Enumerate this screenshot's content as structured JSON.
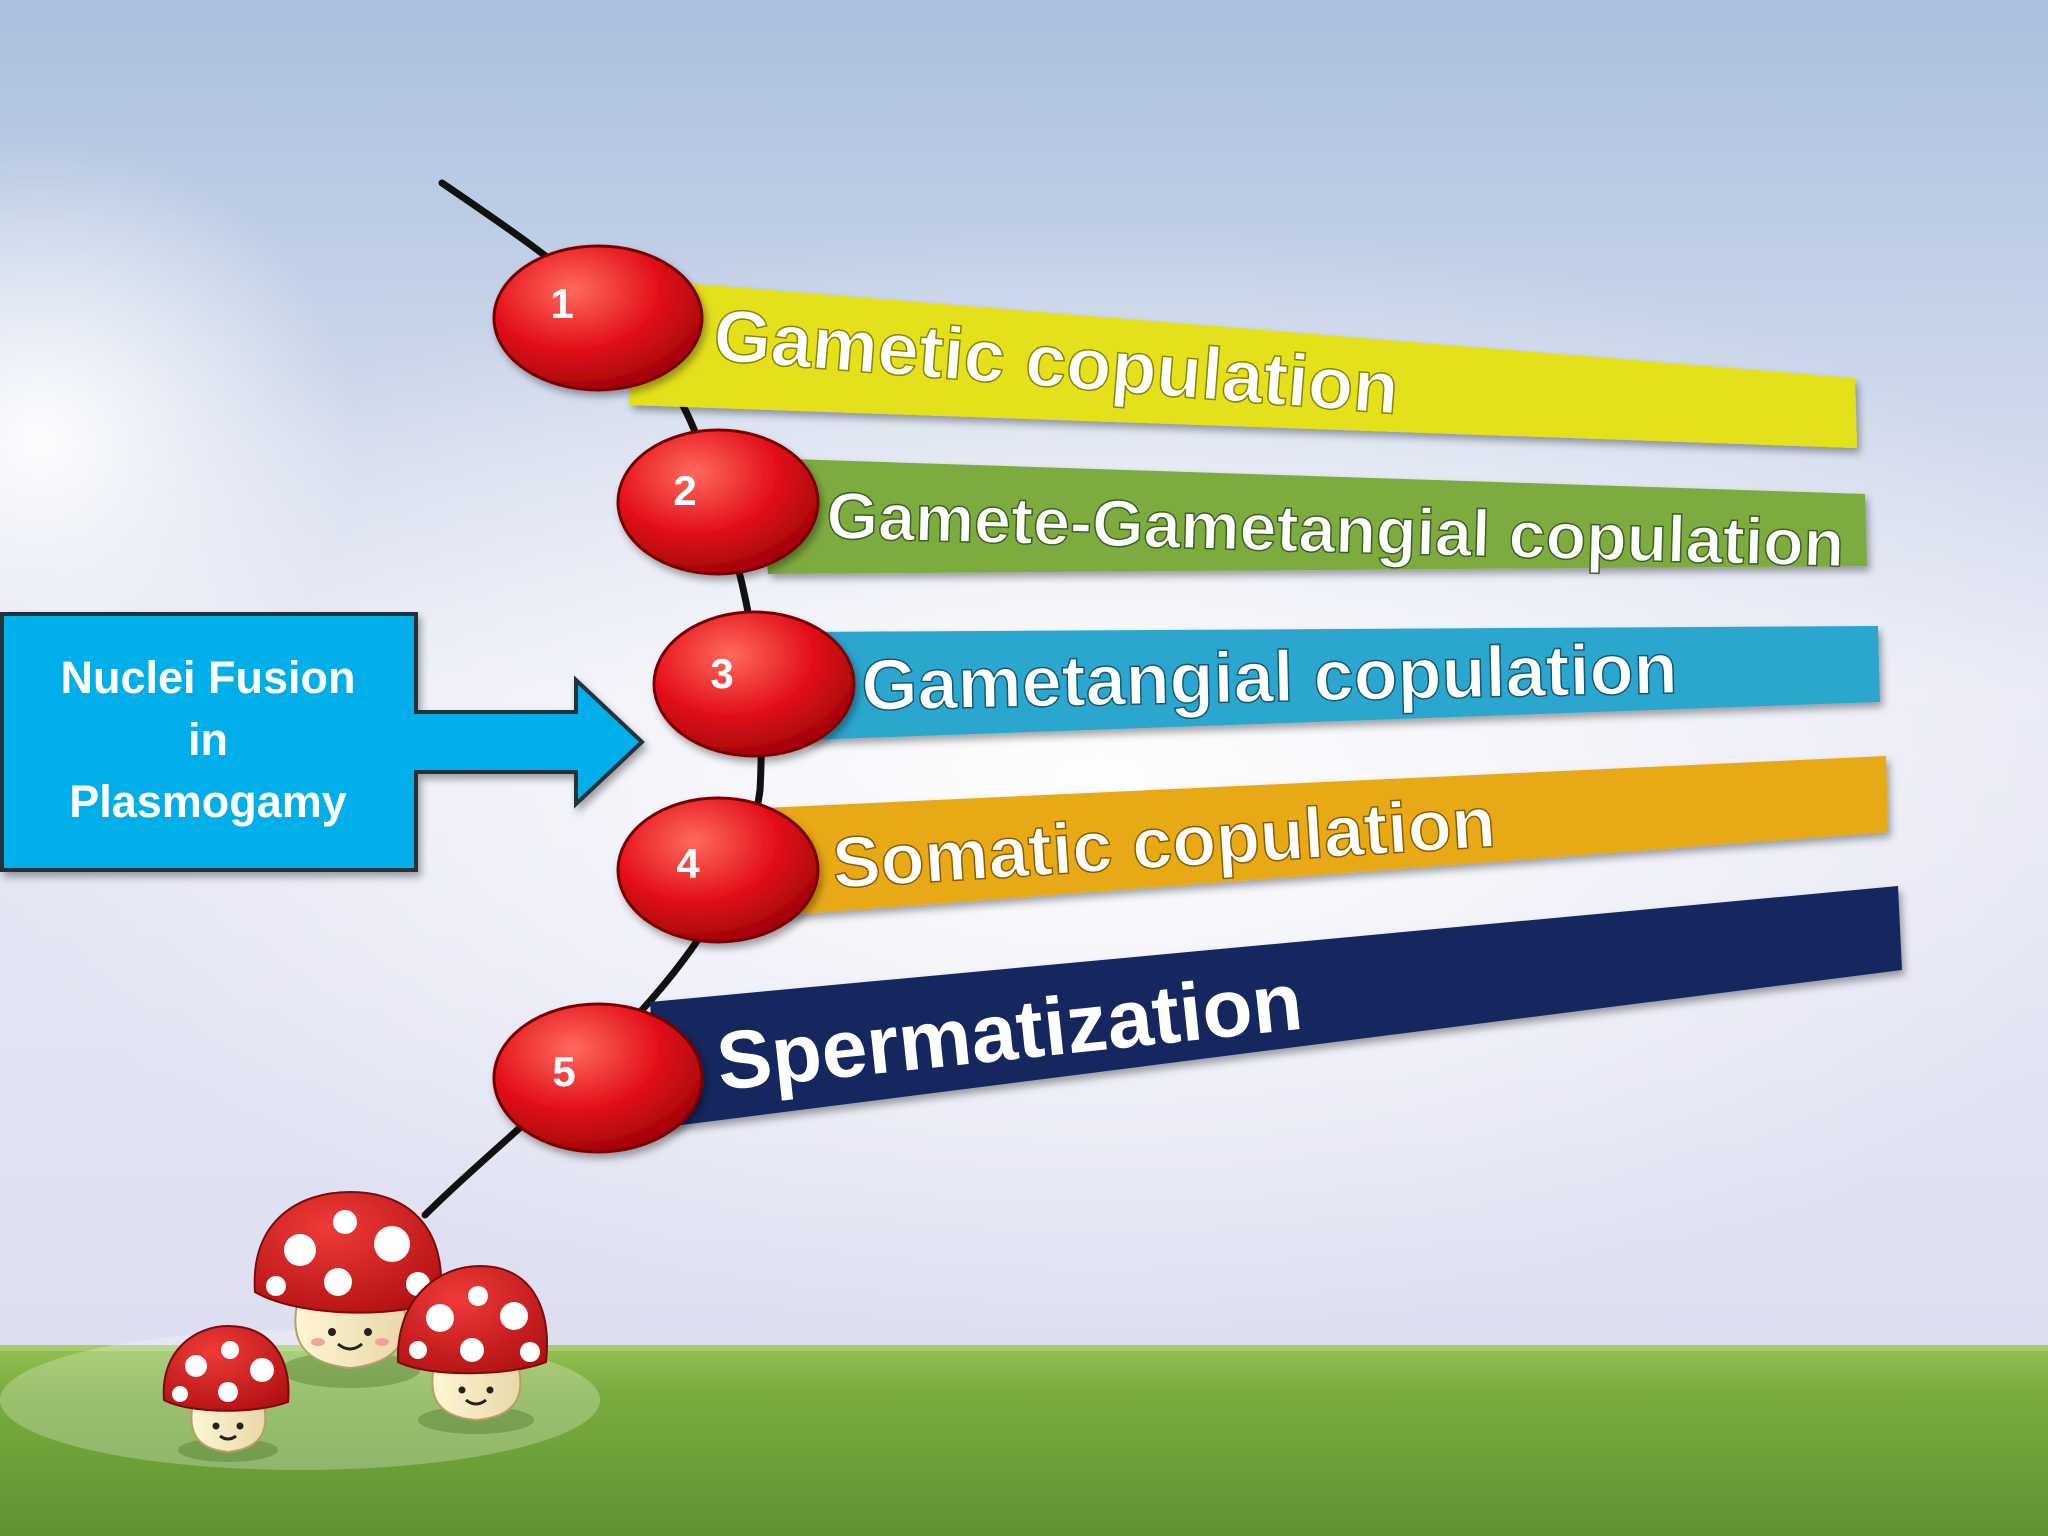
{
  "steps": [
    {
      "number": "1",
      "label": "Gametic copulation",
      "color": "#e5e01a"
    },
    {
      "number": "2",
      "label": "Gamete-Gametangial copulation",
      "color": "#7eab3f"
    },
    {
      "number": "3",
      "label": "Gametangial copulation",
      "color": "#29a6cf"
    },
    {
      "number": "4",
      "label": "Somatic copulation",
      "color": "#e8a912"
    },
    {
      "number": "5",
      "label": "Spermatization",
      "color": "#14265e"
    }
  ],
  "callout": {
    "line1": "Nuclei Fusion",
    "line2": "in",
    "line3": "Plasmogamy",
    "color": "#00aeea"
  },
  "decoration": {
    "mushroom_count": 3,
    "ground_color": "#78ad3c"
  }
}
